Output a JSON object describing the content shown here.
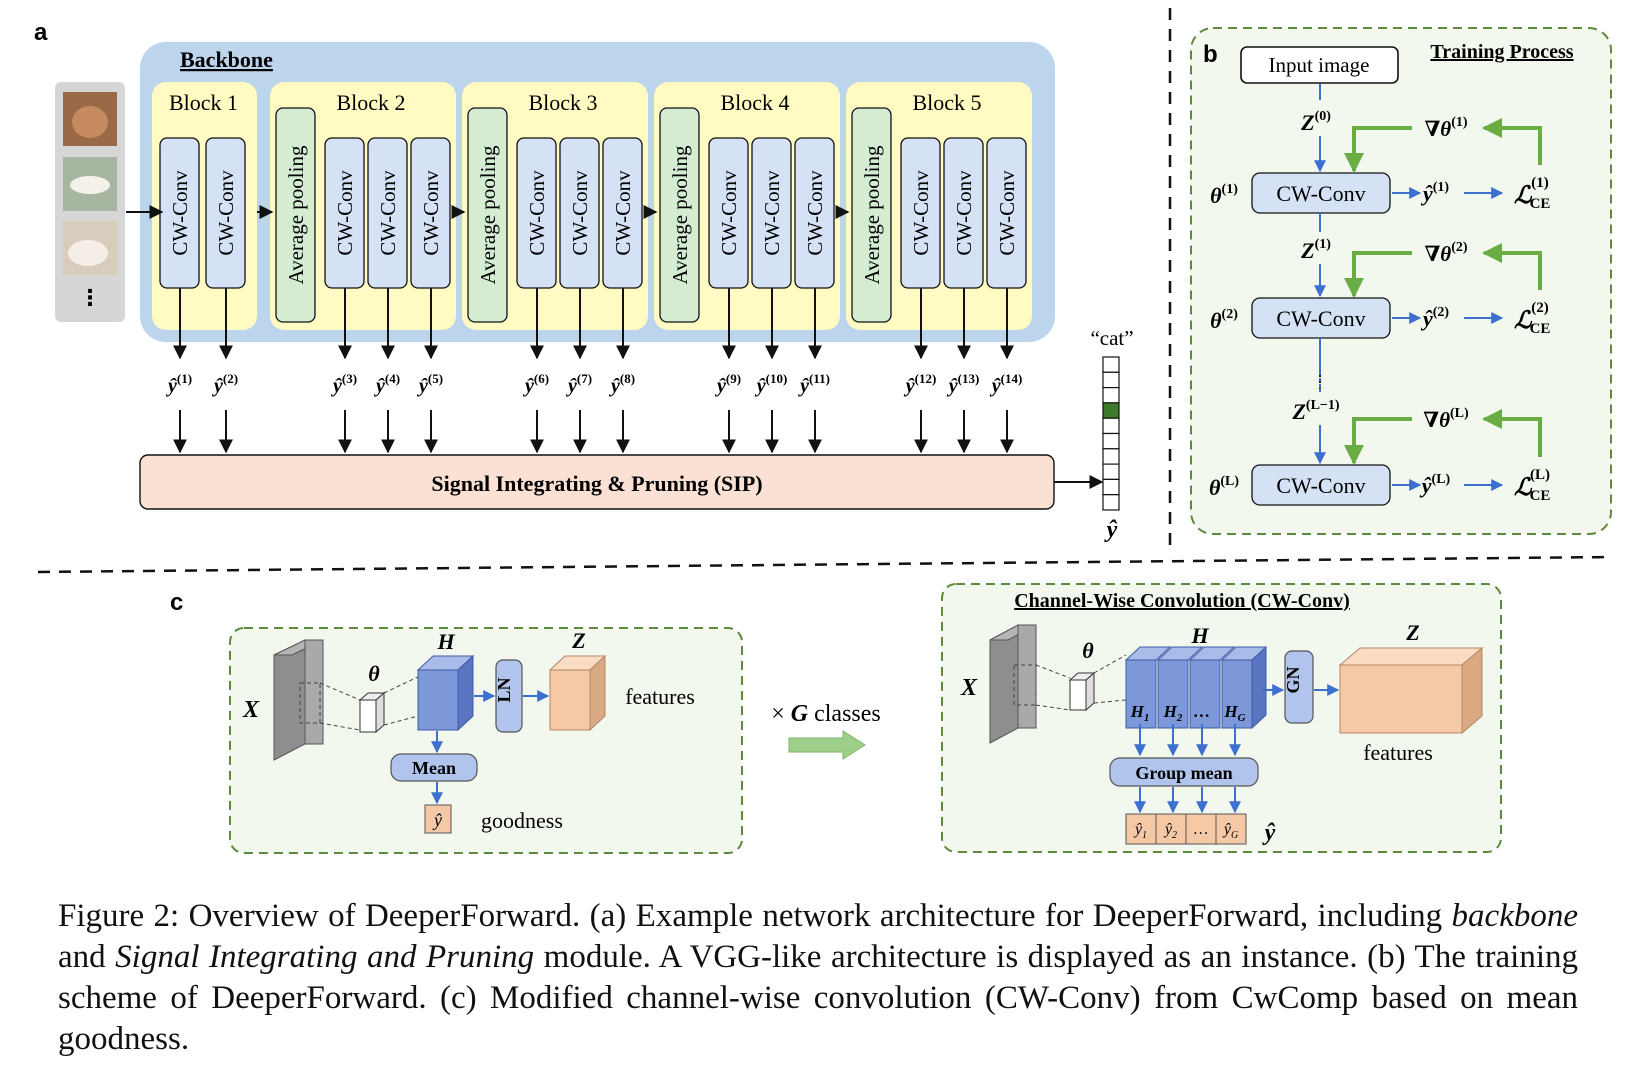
{
  "panel_labels": {
    "a": "a",
    "b": "b",
    "c": "c"
  },
  "panel_a": {
    "backbone_title": "Backbone",
    "blocks": [
      {
        "title": "Block 1",
        "layers": [
          "CW-Conv",
          "CW-Conv"
        ]
      },
      {
        "title": "Block 2",
        "layers": [
          "Average pooling",
          "CW-Conv",
          "CW-Conv",
          "CW-Conv"
        ]
      },
      {
        "title": "Block 3",
        "layers": [
          "Average pooling",
          "CW-Conv",
          "CW-Conv",
          "CW-Conv"
        ]
      },
      {
        "title": "Block 4",
        "layers": [
          "Average pooling",
          "CW-Conv",
          "CW-Conv",
          "CW-Conv"
        ]
      },
      {
        "title": "Block 5",
        "layers": [
          "Average pooling",
          "CW-Conv",
          "CW-Conv",
          "CW-Conv"
        ]
      }
    ],
    "outputs": [
      "(1)",
      "(2)",
      "(3)",
      "(4)",
      "(5)",
      "(6)",
      "(7)",
      "(8)",
      "(9)",
      "(10)",
      "(11)",
      "(12)",
      "(13)",
      "(14)"
    ],
    "y_hat": "ŷ",
    "ellipsis": "⋮",
    "sip_label": "Signal Integrating & Pruning (SIP)",
    "cat_label": "“cat”",
    "output_label": "ŷ"
  },
  "panel_b": {
    "title": "Training Process",
    "input_label": "Input image",
    "ellipsis": "⋮",
    "layers": [
      {
        "z_sup": "(0)",
        "theta_sup": "(1)",
        "y_sup": "(1)",
        "loss_sup": "(1)",
        "grad_sup": "(1)",
        "conv": "CW-Conv"
      },
      {
        "z_sup": "(1)",
        "theta_sup": "(2)",
        "y_sup": "(2)",
        "loss_sup": "(2)",
        "grad_sup": "(2)",
        "conv": "CW-Conv"
      },
      {
        "z_sup": "(L−1)",
        "theta_sup": "(L)",
        "y_sup": "(L)",
        "loss_sup": "(L)",
        "grad_sup": "(L)",
        "conv": "CW-Conv"
      }
    ],
    "z_sym": "Z",
    "theta_sym": "θ",
    "grad_sym": "∇θ",
    "y_sym": "ŷ",
    "loss_sym": "ℒ",
    "loss_sub": "CE"
  },
  "panel_c": {
    "left": {
      "x_label": "X",
      "theta_label": "θ",
      "h_label": "H",
      "z_label": "Z",
      "ln_label": "LN",
      "features_label": "features",
      "mean_label": "Mean",
      "y_label": "ŷ",
      "goodness_label": "goodness"
    },
    "times_label": "× ",
    "g_label": "G",
    "classes_label": " classes",
    "right": {
      "title": "Channel-Wise Convolution (CW-Conv)",
      "x_label": "X",
      "theta_label": "θ",
      "h_label": "H",
      "z_label": "Z",
      "gn_label": "GN",
      "h_parts": [
        "H",
        "H",
        "…",
        "H"
      ],
      "h_subs": [
        "1",
        "2",
        "",
        "G"
      ],
      "group_mean_label": "Group mean",
      "y_parts": [
        "ŷ",
        "ŷ",
        "…",
        "ŷ"
      ],
      "y_subs": [
        "1",
        "2",
        "",
        "G"
      ],
      "y_label": "ŷ",
      "features_label": "features"
    }
  },
  "caption": {
    "p1": "Figure 2: Overview of DeeperForward. (a) Example network architecture for DeeperForward, including ",
    "i1": "backbone",
    "p2": " and ",
    "i2": "Signal Integrating and Pruning",
    "p3": " module. A VGG-like architecture is displayed as an instance. (b) The training scheme of DeeperForward. (c) Modified channel-wise convolution (CW-Conv) from CwComp based on mean goodness."
  },
  "colors": {
    "backbone_bg": "#bdd5ec",
    "block_bg": "#fffbc2",
    "conv_fill": "#d5e1f5",
    "pool_fill": "#d4ecd2",
    "sip_fill": "#fbe1d3",
    "panel_bg": "#f3f8ee",
    "panel_border": "#5d8a3c",
    "arrow_blue": "#3d6fcf",
    "arrow_green": "#6aad45",
    "cube_blue": "#7d98d9",
    "cube_peach": "#f5c9a6",
    "active_cell": "#3d7a2a"
  }
}
